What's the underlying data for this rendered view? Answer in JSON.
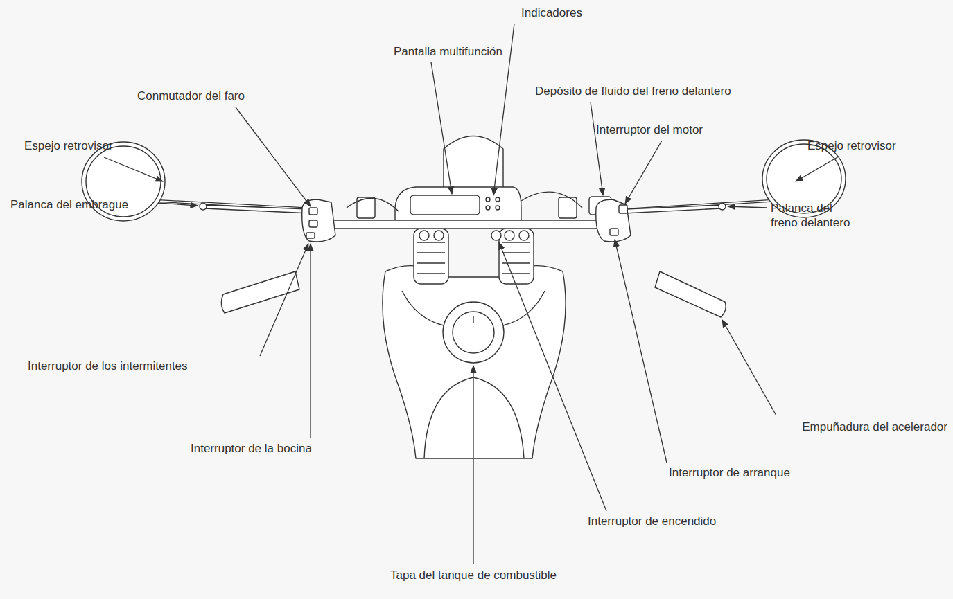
{
  "diagram": {
    "labels": [
      "Indicadores",
      "Pantalla multifunción",
      "Conmutador del faro",
      "Depósito de fluido del freno delantero",
      "Interruptor del motor",
      "Espejo retrovisor",
      "Espejo retrovisor",
      "Palanca del embrague",
      "Palanca del freno delantero",
      "Interruptor de los intermitentes",
      "Empuñadura del acelerador",
      "Interruptor de la bocina",
      "Interruptor de arranque",
      "Interruptor de encendido",
      "Tapa del tanque de combustible"
    ]
  }
}
